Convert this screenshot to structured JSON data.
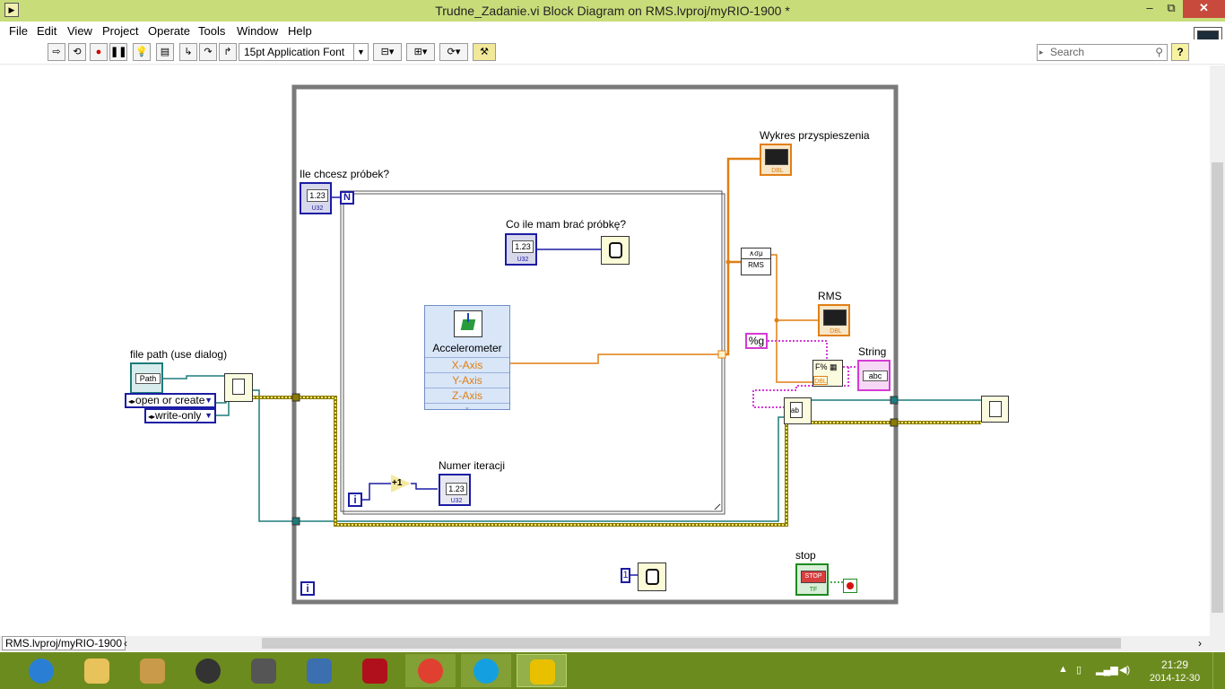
{
  "window": {
    "title": "Trudne_Zadanie.vi Block Diagram on RMS.lvproj/myRIO-1900 *",
    "minimize": "–",
    "restore": "⧉",
    "close": "✕"
  },
  "menu": [
    "File",
    "Edit",
    "View",
    "Project",
    "Operate",
    "Tools",
    "Window",
    "Help"
  ],
  "toolbar": {
    "font": "15pt Application Font",
    "search_placeholder": "Search",
    "help": "?"
  },
  "diagram": {
    "n_terminal": "N",
    "i_terminal": "i",
    "loop_i_terminal": "i",
    "constant_one": "1",
    "labels": {
      "samples": "Ile chcesz próbek?",
      "interval": "Co ile mam brać próbkę?",
      "file_path": "file path (use dialog)",
      "iteration": "Numer iteracji",
      "chart": "Wykres przyspieszenia",
      "rms": "RMS",
      "string": "String",
      "stop": "stop"
    },
    "accelerometer": {
      "title": "Accelerometer",
      "axes": [
        "X-Axis",
        "Y-Axis",
        "Z-Axis"
      ]
    },
    "file_options": {
      "open_mode": "open or create",
      "access": "write-only"
    },
    "format_string": "%g",
    "rms_fn": "RMS",
    "chips": {
      "u32": "U32",
      "dbl": "DBL",
      "path": "Path",
      "num": "1.23",
      "abc": "abc",
      "stop": "STOP",
      "tf": "TF"
    }
  },
  "status": {
    "context": "RMS.lvproj/myRIO-1900"
  },
  "taskbar": {
    "time": "21:29",
    "date": "2014-12-30"
  },
  "colors": {
    "titlebar": "#c8dd7a",
    "taskbar": "#6c8b1e",
    "wire_numeric": "#e07f14",
    "wire_int": "#1c1ca4",
    "wire_refnum": "#1e7b7b",
    "wire_error": "#8a7a00",
    "wire_string": "#d43bd4"
  }
}
